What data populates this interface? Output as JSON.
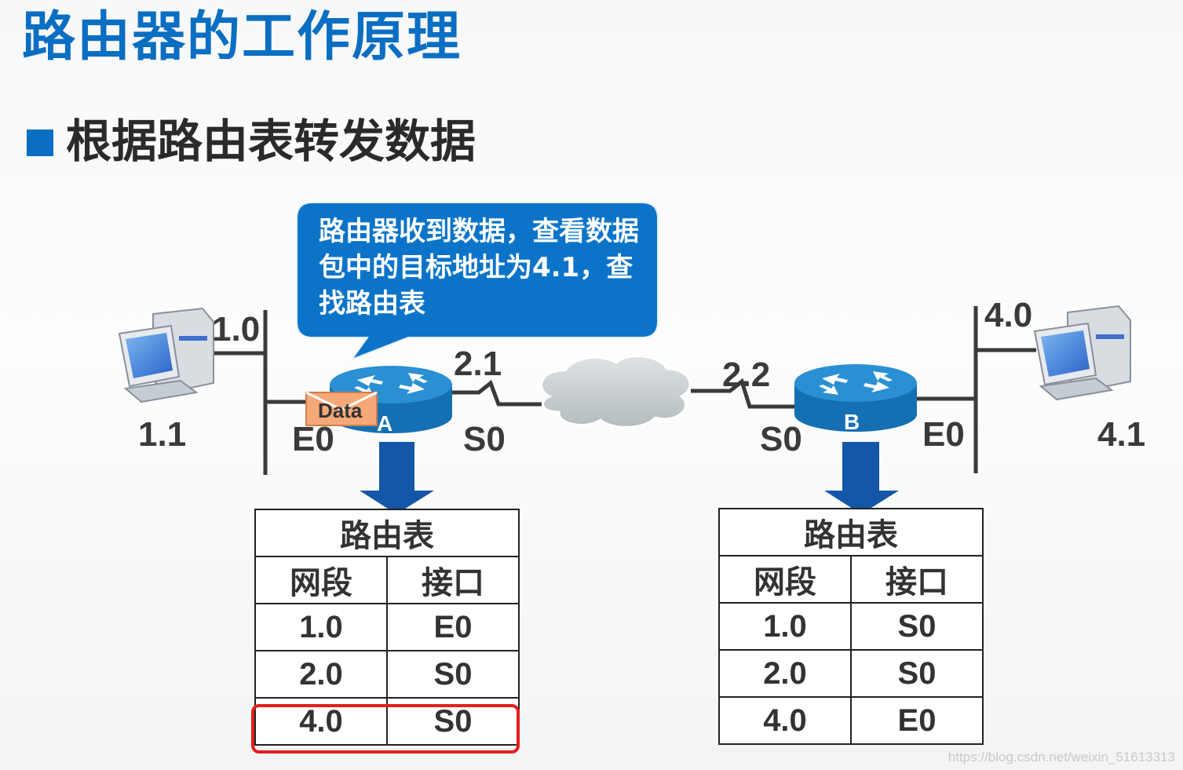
{
  "title": "路由器的工作原理",
  "subtitle": "根据路由表转发数据",
  "callout": "路由器收到数据，查看数据包中的目标地址为4.1，查找路由表",
  "network": {
    "left_segment": "1.0",
    "left_host": "1.1",
    "router_a": {
      "name": "A",
      "e0": "E0",
      "s0": "S0",
      "s0_addr": "2.1"
    },
    "router_b": {
      "name": "B",
      "e0": "E0",
      "s0": "S0",
      "s0_addr": "2.2"
    },
    "right_segment": "4.0",
    "right_host": "4.1",
    "packet_label": "Data"
  },
  "table_a": {
    "title": "路由表",
    "headers": [
      "网段",
      "接口"
    ],
    "rows": [
      [
        "1.0",
        "E0"
      ],
      [
        "2.0",
        "S0"
      ],
      [
        "4.0",
        "S0"
      ]
    ],
    "highlighted_row": 2
  },
  "table_b": {
    "title": "路由表",
    "headers": [
      "网段",
      "接口"
    ],
    "rows": [
      [
        "1.0",
        "S0"
      ],
      [
        "2.0",
        "S0"
      ],
      [
        "4.0",
        "E0"
      ]
    ]
  },
  "colors": {
    "accent": "#0a6ec2",
    "router": "#1b82c5",
    "highlight": "#e41e1e"
  },
  "watermark": "https://blog.csdn.net/weixin_51613313"
}
